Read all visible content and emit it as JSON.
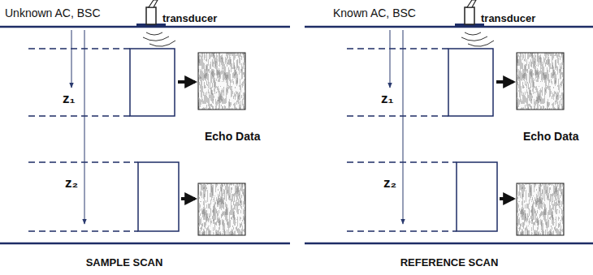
{
  "diagram": {
    "labels": [
      "Unknown AC, BSC",
      "transducer",
      "z₁",
      "Echo Data",
      "z₂",
      "SAMPLE SCAN",
      "Known AC, BSC",
      "transducer",
      "z₁",
      "Echo Data",
      "z₂",
      "REFERENCE SCAN"
    ]
  }
}
